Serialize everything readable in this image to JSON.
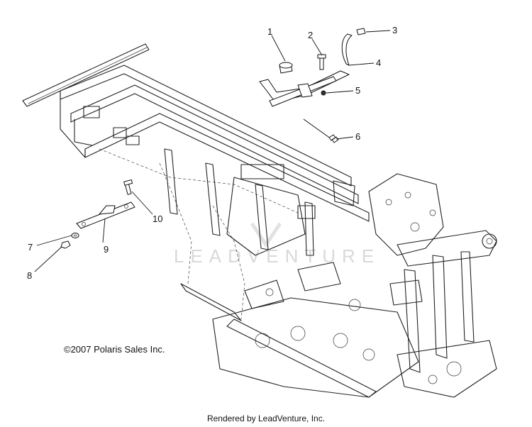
{
  "callouts": [
    {
      "id": "1",
      "label": "1"
    },
    {
      "id": "2",
      "label": "2"
    },
    {
      "id": "3",
      "label": "3"
    },
    {
      "id": "4",
      "label": "4"
    },
    {
      "id": "5",
      "label": "5"
    },
    {
      "id": "6",
      "label": "6"
    },
    {
      "id": "7",
      "label": "7"
    },
    {
      "id": "8",
      "label": "8"
    },
    {
      "id": "9",
      "label": "9"
    },
    {
      "id": "10",
      "label": "10"
    }
  ],
  "watermark": "LEADVENTURE",
  "copyright": "©2007 Polaris Sales Inc.",
  "footer": "Rendered by LeadVenture, Inc."
}
